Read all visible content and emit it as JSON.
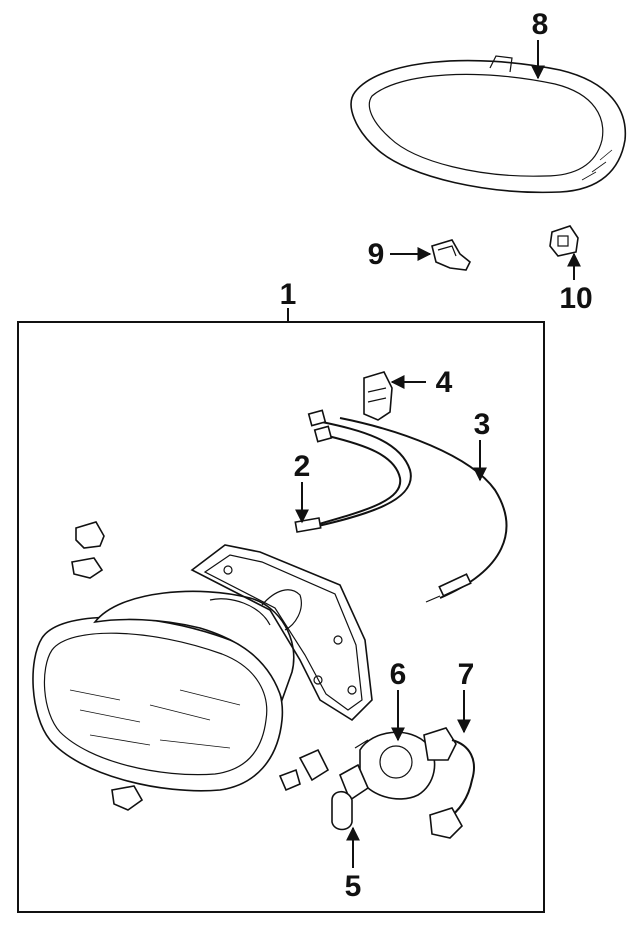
{
  "diagram": {
    "callouts": {
      "c1": "1",
      "c2": "2",
      "c3": "3",
      "c4": "4",
      "c5": "5",
      "c6": "6",
      "c7": "7",
      "c8": "8",
      "c9": "9",
      "c10": "10"
    },
    "colors": {
      "ink": "#111111",
      "paper": "#ffffff"
    }
  }
}
